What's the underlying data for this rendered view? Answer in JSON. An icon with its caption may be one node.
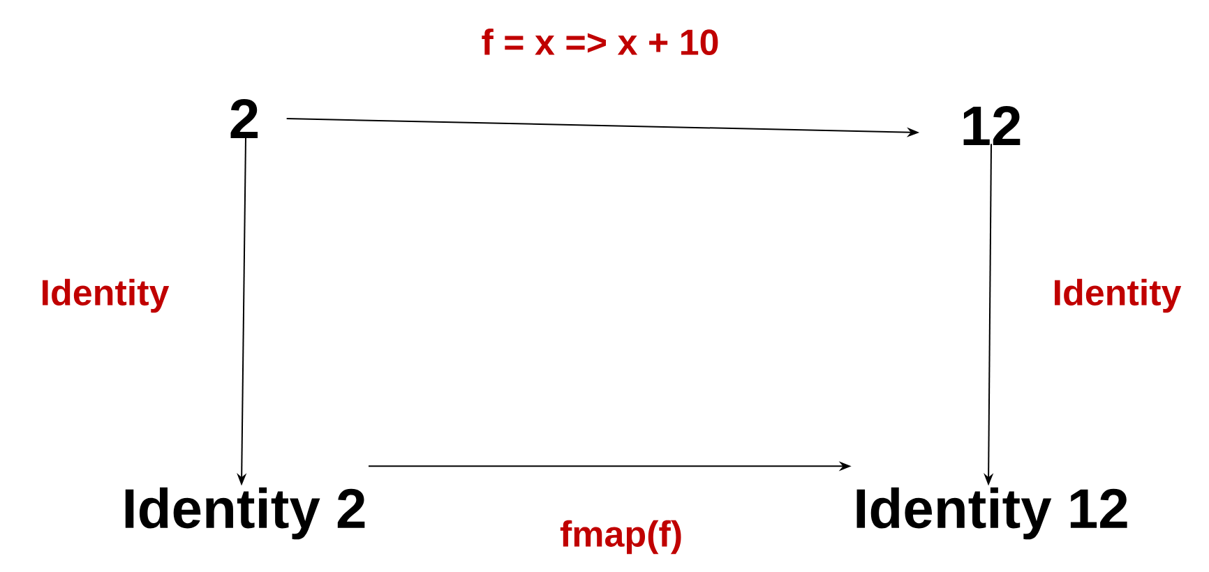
{
  "diagram": {
    "nodes": [
      {
        "text": [
          "2"
        ]
      },
      {
        "text": [
          "12"
        ]
      },
      {
        "text": [
          "Identity 2"
        ]
      },
      {
        "text": [
          "Identity 12"
        ]
      }
    ],
    "edges": [
      {
        "from": 0,
        "to": 1,
        "arrow": "to",
        "label": "f = x => x + 10"
      },
      {
        "from": 0,
        "to": 2,
        "arrow": "to",
        "label": "Identity"
      },
      {
        "from": 1,
        "to": 3,
        "arrow": "to",
        "label": "Identity"
      },
      {
        "from": 2,
        "to": 3,
        "arrow": "to",
        "label": "fmap(f)"
      }
    ]
  }
}
